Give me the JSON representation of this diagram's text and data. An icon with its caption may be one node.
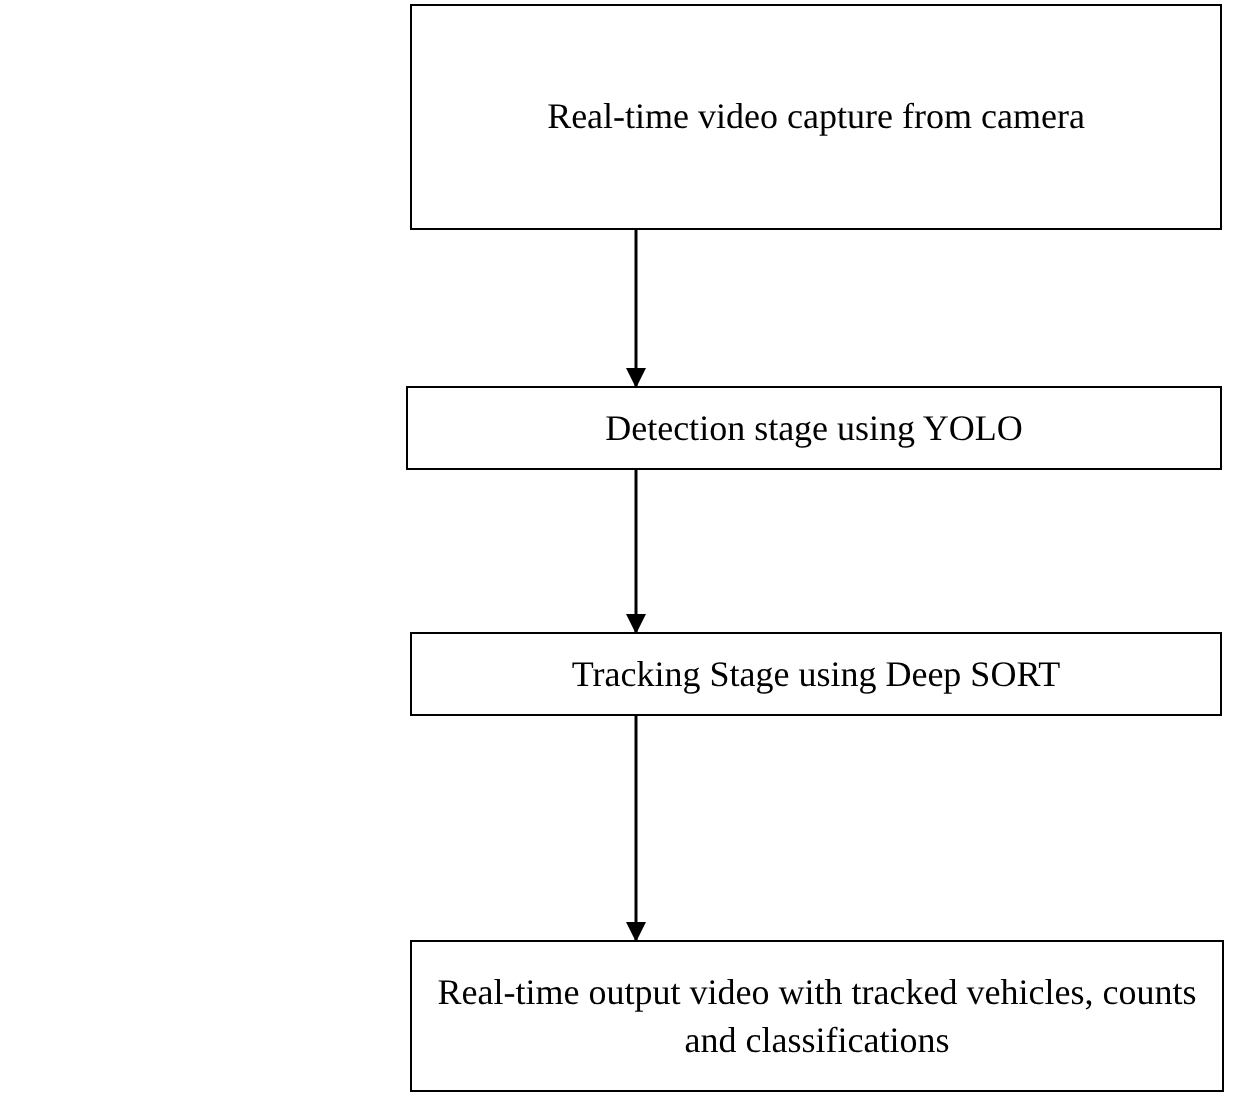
{
  "diagram": {
    "nodes": [
      {
        "text": [
          "Real-time video capture from camera"
        ]
      },
      {
        "text": [
          "Detection stage using YOLO"
        ]
      },
      {
        "text": [
          "Tracking Stage using Deep SORT"
        ]
      },
      {
        "text": [
          "Real-time output video with tracked vehicles, counts and classifications"
        ]
      }
    ],
    "edges": [
      {
        "from": 0,
        "to": 1,
        "arrow": "to"
      },
      {
        "from": 1,
        "to": 2,
        "arrow": "to"
      },
      {
        "from": 2,
        "to": 3,
        "arrow": "to"
      }
    ]
  }
}
